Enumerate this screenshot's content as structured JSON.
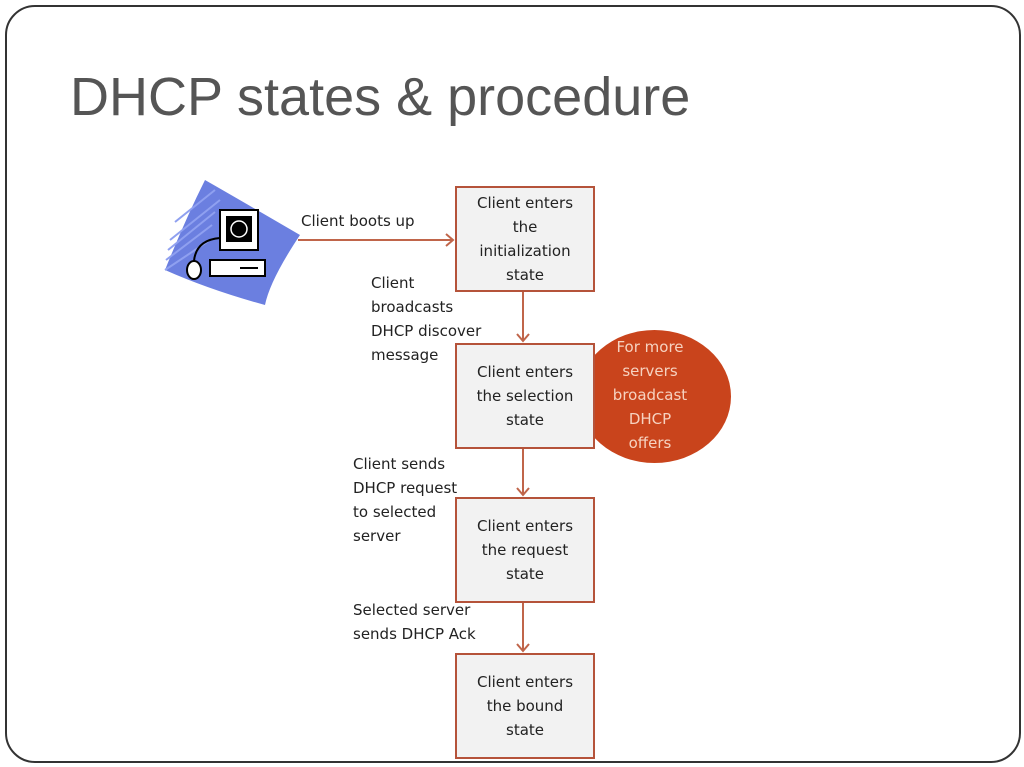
{
  "title": "DHCP states & procedure",
  "states": [
    "Client enters\nthe\ninitialization\nstate",
    "Client enters\nthe selection\nstate",
    "Client enters\nthe request\nstate",
    "Client enters\nthe bound\nstate"
  ],
  "transitions": [
    "Client boots up",
    "Client\nbroadcasts\nDHCP discover\nmessage",
    "Client  sends\nDHCP request\nto selected\nserver",
    "Selected server\nsends DHCP Ack"
  ],
  "offer_note": "For more\nservers\nbroadcast\nDHCP\noffers",
  "colors": {
    "box_border": "#b5533a",
    "oval": "#c9441c",
    "arrow": "#c0654a",
    "computer_bg": "#6b7fe0"
  }
}
